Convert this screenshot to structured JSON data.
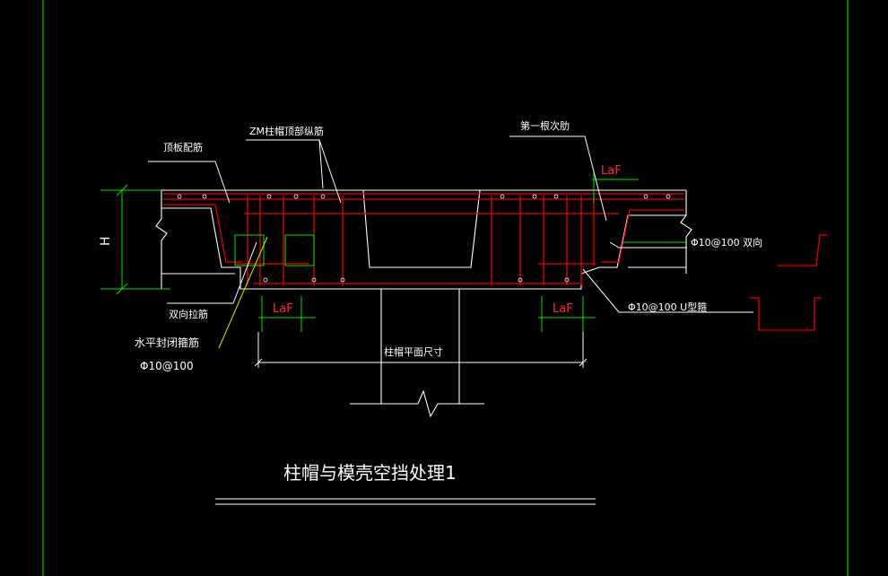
{
  "colors": {
    "background": "#000000",
    "frame": "#00c800",
    "dimension": "#00e000",
    "outline": "#ffffff",
    "rebar": "#e00000",
    "leader": "#ffffff",
    "yellow_leader": "#e6e600"
  },
  "labels": {
    "slab_rebar": "顶板配筋",
    "zm_top_rebar": "ZM柱帽顶部纵筋",
    "first_rib": "第一根次肋",
    "height": "H",
    "laf_top": "LaF",
    "laf_left": "LaF",
    "laf_right": "LaF",
    "two_way_ties": "双向拉筋",
    "horizontal_stirrups": "水平封闭箍筋",
    "stirrup_spec": "Φ10@100",
    "two_way_spec": "Φ10@100 双向",
    "u_stirrup_spec": "Φ10@100  U型箍",
    "cap_plan_size": "柱帽平面尺寸",
    "drawing_title": "柱帽与模壳空挡处理1"
  }
}
